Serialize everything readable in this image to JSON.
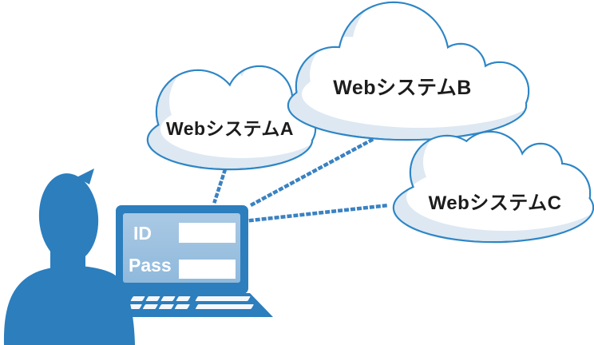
{
  "diagram": {
    "clouds": [
      {
        "id": "a",
        "label": "WebシステムA"
      },
      {
        "id": "b",
        "label": "WebシステムB"
      },
      {
        "id": "c",
        "label": "WebシステムC"
      }
    ],
    "laptop": {
      "id_label": "ID",
      "pass_label": "Pass",
      "id_value": "",
      "pass_value": ""
    },
    "colors": {
      "figure_blue": "#2c7ebd",
      "cloud_outline": "#2e86c6",
      "cloud_fill": "#ffffff",
      "cloud_shade": "#dde8f2",
      "screen_fill_top": "#aac9e4",
      "screen_fill_bottom": "#8fb9dc",
      "connector_dots": "#3a82c2",
      "label_text": "#1c1c1c"
    }
  }
}
